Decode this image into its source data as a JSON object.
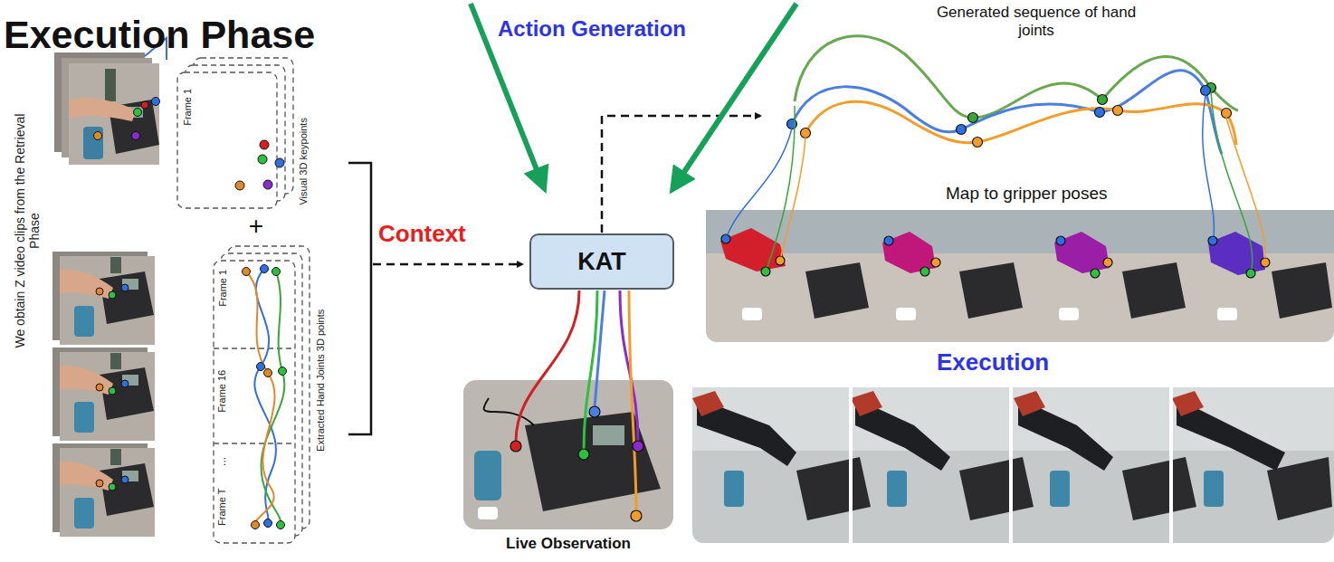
{
  "diagram": {
    "title": "Execution Phase",
    "nodes": [
      {
        "text": [
          "KAT"
        ]
      }
    ],
    "labels": [
      "We obtain Z video clips from the Retrieval Phase",
      "Frame 1",
      "Visual 3D keypoints",
      "+",
      "Frame 1",
      "Frame 16",
      "...",
      "Frame T",
      "Extracted Hand Joints 3D points",
      "Context",
      "Action Generation",
      "Generated sequence of hand joints",
      "Map to gripper poses",
      "Live Observation",
      "Execution"
    ]
  }
}
